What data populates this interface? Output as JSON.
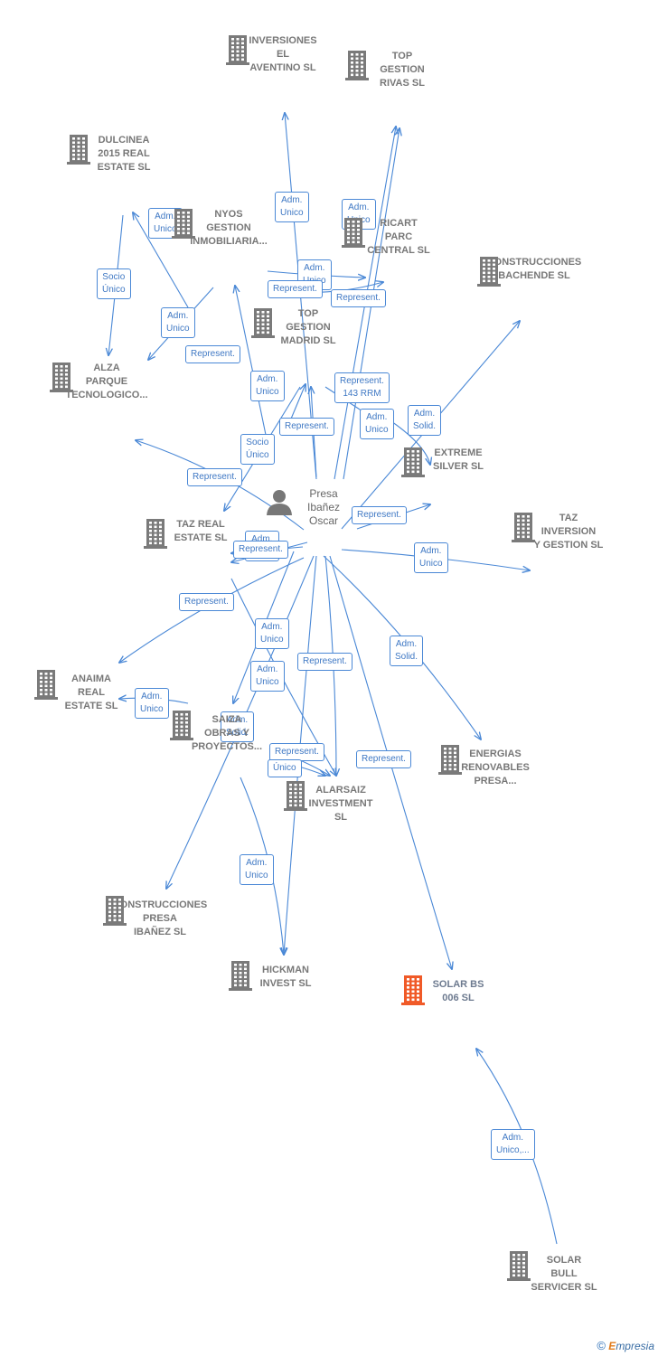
{
  "graph": {
    "nodes": [
      {
        "id": "aventino",
        "label": "INVERSIONES\nEL\nAVENTINO  SL",
        "type": "company"
      },
      {
        "id": "gestion_rivas",
        "label": "TOP\nGESTION\nRIVAS  SL",
        "type": "company"
      },
      {
        "id": "dulcinea",
        "label": "DULCINEA\n2015 REAL\nESTATE  SL",
        "type": "company"
      },
      {
        "id": "nyos",
        "label": "NYOS\nGESTION\nINMOBILIARIA...",
        "type": "company"
      },
      {
        "id": "ricart",
        "label": "RICART\nPARC\nCENTRAL SL",
        "type": "company"
      },
      {
        "id": "bachende",
        "label": "CONSTRUCCIONES\nBACHENDE SL",
        "type": "company"
      },
      {
        "id": "gestion_madrid",
        "label": "TOP\nGESTION\nMADRID  SL",
        "type": "company"
      },
      {
        "id": "alza",
        "label": "ALZA\nPARQUE\nTECNOLOGICO...",
        "type": "company"
      },
      {
        "id": "extreme",
        "label": "EXTREME\nSILVER  SL",
        "type": "company"
      },
      {
        "id": "person",
        "label": "Presa\nIbañez\nOscar",
        "type": "person"
      },
      {
        "id": "taz_real",
        "label": "TAZ REAL\nESTATE  SL",
        "type": "company"
      },
      {
        "id": "taz_inv",
        "label": "TAZ\nINVERSION\nY GESTION  SL",
        "type": "company"
      },
      {
        "id": "anaima",
        "label": "ANAIMA\nREAL\nESTATE  SL",
        "type": "company"
      },
      {
        "id": "saiza",
        "label": "SAIZA\nOBRAS Y\nPROYECTOS...",
        "type": "company"
      },
      {
        "id": "energias",
        "label": "ENERGIAS\nRENOVABLES\nPRESA...",
        "type": "company"
      },
      {
        "id": "alarsaiz",
        "label": "ALARSAIZ\nINVESTMENT\nSL",
        "type": "company"
      },
      {
        "id": "cpresa",
        "label": "CONSTRUCCIONES\nPRESA\nIBAÑEZ SL",
        "type": "company"
      },
      {
        "id": "hickman",
        "label": "HICKMAN\nINVEST  SL",
        "type": "company"
      },
      {
        "id": "solar_bs",
        "label": "SOLAR BS\n006  SL",
        "type": "focus"
      },
      {
        "id": "solar_bull",
        "label": "SOLAR\nBULL\nSERVICER  SL",
        "type": "company"
      }
    ],
    "edges": [
      {
        "from": "person",
        "to": "aventino",
        "label": "Adm.\nUnico"
      },
      {
        "from": "person",
        "to": "gestion_rivas",
        "label": "Adm.\nUnico"
      },
      {
        "from": "person",
        "to": "gestion_rivas",
        "label": "Represent."
      },
      {
        "from": "dulcinea",
        "to": "alza",
        "label": "Socio\nÚnico"
      },
      {
        "from": "person",
        "to": "dulcinea",
        "label": "Adm.\nUnico"
      },
      {
        "from": "nyos",
        "to": "alza",
        "label": "Adm.\nUnico"
      },
      {
        "from": "person",
        "to": "nyos",
        "label": "Represent."
      },
      {
        "from": "person",
        "to": "ricart",
        "label": "Adm.\nUnico"
      },
      {
        "from": "person",
        "to": "ricart",
        "label": "Represent."
      },
      {
        "from": "person",
        "to": "bachende",
        "label": "Adm.\nSolid."
      },
      {
        "from": "person",
        "to": "gestion_madrid",
        "label": "Adm.\nUnico"
      },
      {
        "from": "person",
        "to": "gestion_madrid",
        "label": "Represent."
      },
      {
        "from": "gestion_madrid",
        "to": "extreme",
        "label": "Represent.\n143 RRM"
      },
      {
        "from": "gestion_madrid",
        "to": "extreme",
        "label": "Adm.\nUnico"
      },
      {
        "from": "person",
        "to": "alza",
        "label": "Represent."
      },
      {
        "from": "person",
        "to": "extreme",
        "label": "Represent."
      },
      {
        "from": "gestion_madrid",
        "to": "taz_real",
        "label": "Socio\nÚnico"
      },
      {
        "from": "person",
        "to": "taz_real",
        "label": "Adm.\nUnico"
      },
      {
        "from": "person",
        "to": "taz_real",
        "label": "Represent."
      },
      {
        "from": "person",
        "to": "taz_inv",
        "label": "Adm.\nUnico"
      },
      {
        "from": "person",
        "to": "anaima",
        "label": "Represent."
      },
      {
        "from": "saiza",
        "to": "anaima",
        "label": "Adm.\nUnico"
      },
      {
        "from": "person",
        "to": "saiza",
        "label": "Adm.\nUnico"
      },
      {
        "from": "person",
        "to": "energias",
        "label": "Adm.\nSolid."
      },
      {
        "from": "taz_real",
        "to": "alarsaiz",
        "label": "Adm.\nUnico"
      },
      {
        "from": "person",
        "to": "alarsaiz",
        "label": "Represent."
      },
      {
        "from": "saiza",
        "to": "alarsaiz",
        "label": "Represent."
      },
      {
        "from": "saiza",
        "to": "alarsaiz",
        "label": "Único"
      },
      {
        "from": "person",
        "to": "cpresa",
        "label": "Adm.\nSolid."
      },
      {
        "from": "saiza",
        "to": "hickman",
        "label": "Adm.\nUnico"
      },
      {
        "from": "person",
        "to": "hickman",
        "label": ""
      },
      {
        "from": "person",
        "to": "solar_bs",
        "label": "Represent."
      },
      {
        "from": "solar_bull",
        "to": "solar_bs",
        "label": "Adm.\nUnico,..."
      }
    ],
    "colors": {
      "edge": "#4a88d6",
      "company": "#7a7a7a",
      "focus": "#f05a28",
      "label_text": "#777777"
    },
    "icons": {
      "company": "building-icon",
      "person": "person-icon"
    }
  },
  "footer": {
    "copyright_symbol": "©",
    "brand_first": "E",
    "brand_rest": "mpresia"
  }
}
